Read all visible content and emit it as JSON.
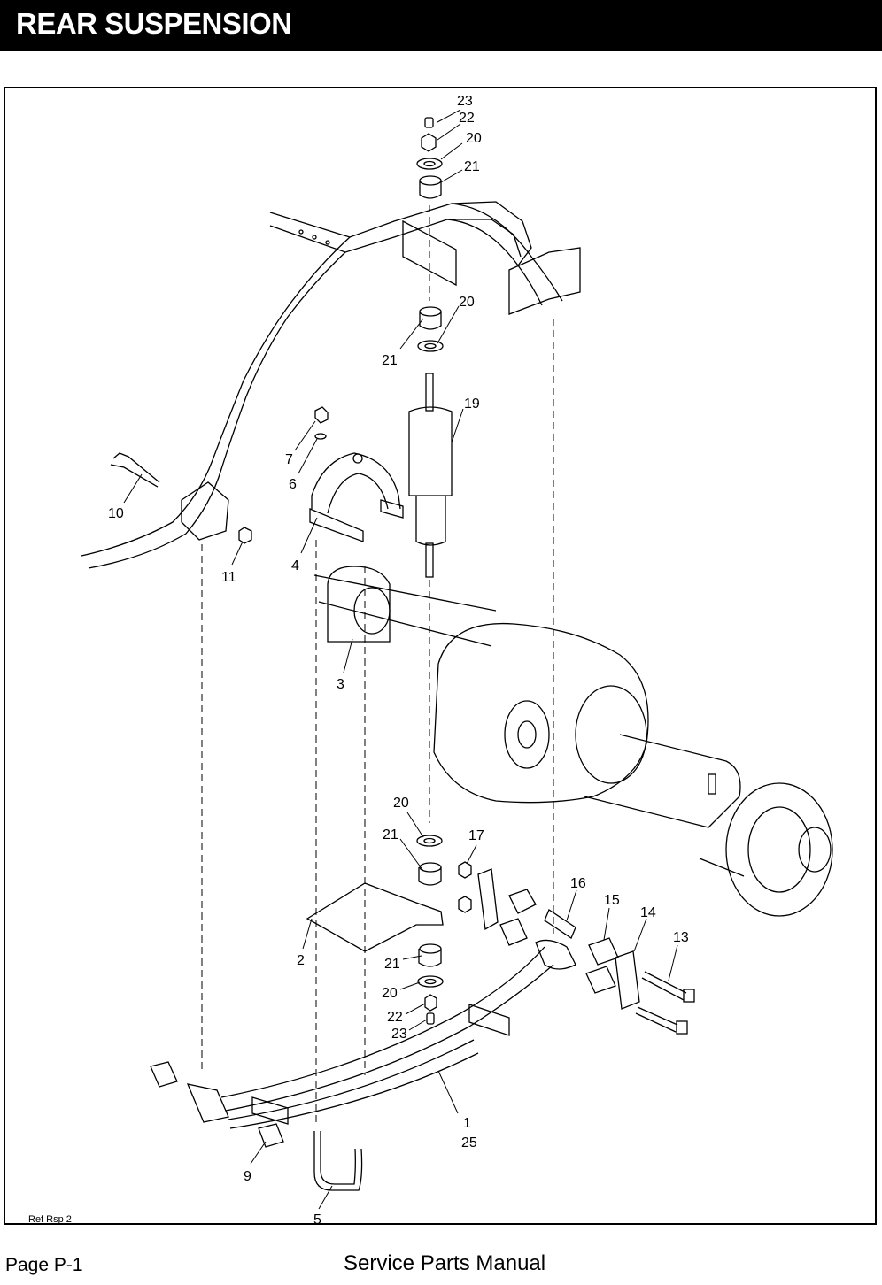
{
  "header": {
    "title": "REAR SUSPENSION"
  },
  "callouts": [
    {
      "label": "23",
      "id": "c23a"
    },
    {
      "label": "22",
      "id": "c22a"
    },
    {
      "label": "20",
      "id": "c20a"
    },
    {
      "label": "21",
      "id": "c21a"
    },
    {
      "label": "20",
      "id": "c20b"
    },
    {
      "label": "21",
      "id": "c21b"
    },
    {
      "label": "19",
      "id": "c19"
    },
    {
      "label": "7",
      "id": "c7"
    },
    {
      "label": "6",
      "id": "c6"
    },
    {
      "label": "10",
      "id": "c10"
    },
    {
      "label": "4",
      "id": "c4"
    },
    {
      "label": "11",
      "id": "c11"
    },
    {
      "label": "3",
      "id": "c3"
    },
    {
      "label": "20",
      "id": "c20c"
    },
    {
      "label": "21",
      "id": "c21c"
    },
    {
      "label": "17",
      "id": "c17"
    },
    {
      "label": "16",
      "id": "c16"
    },
    {
      "label": "15",
      "id": "c15"
    },
    {
      "label": "14",
      "id": "c14"
    },
    {
      "label": "13",
      "id": "c13"
    },
    {
      "label": "2",
      "id": "c2"
    },
    {
      "label": "21",
      "id": "c21d"
    },
    {
      "label": "20",
      "id": "c20d"
    },
    {
      "label": "22",
      "id": "c22b"
    },
    {
      "label": "23",
      "id": "c23b"
    },
    {
      "label": "1",
      "id": "c1"
    },
    {
      "label": "25",
      "id": "c25"
    },
    {
      "label": "9",
      "id": "c9"
    },
    {
      "label": "5",
      "id": "c5"
    }
  ],
  "ref_label": "Ref Rsp 2",
  "footer": {
    "page": "Page P-1",
    "manual": "Service Parts Manual"
  }
}
